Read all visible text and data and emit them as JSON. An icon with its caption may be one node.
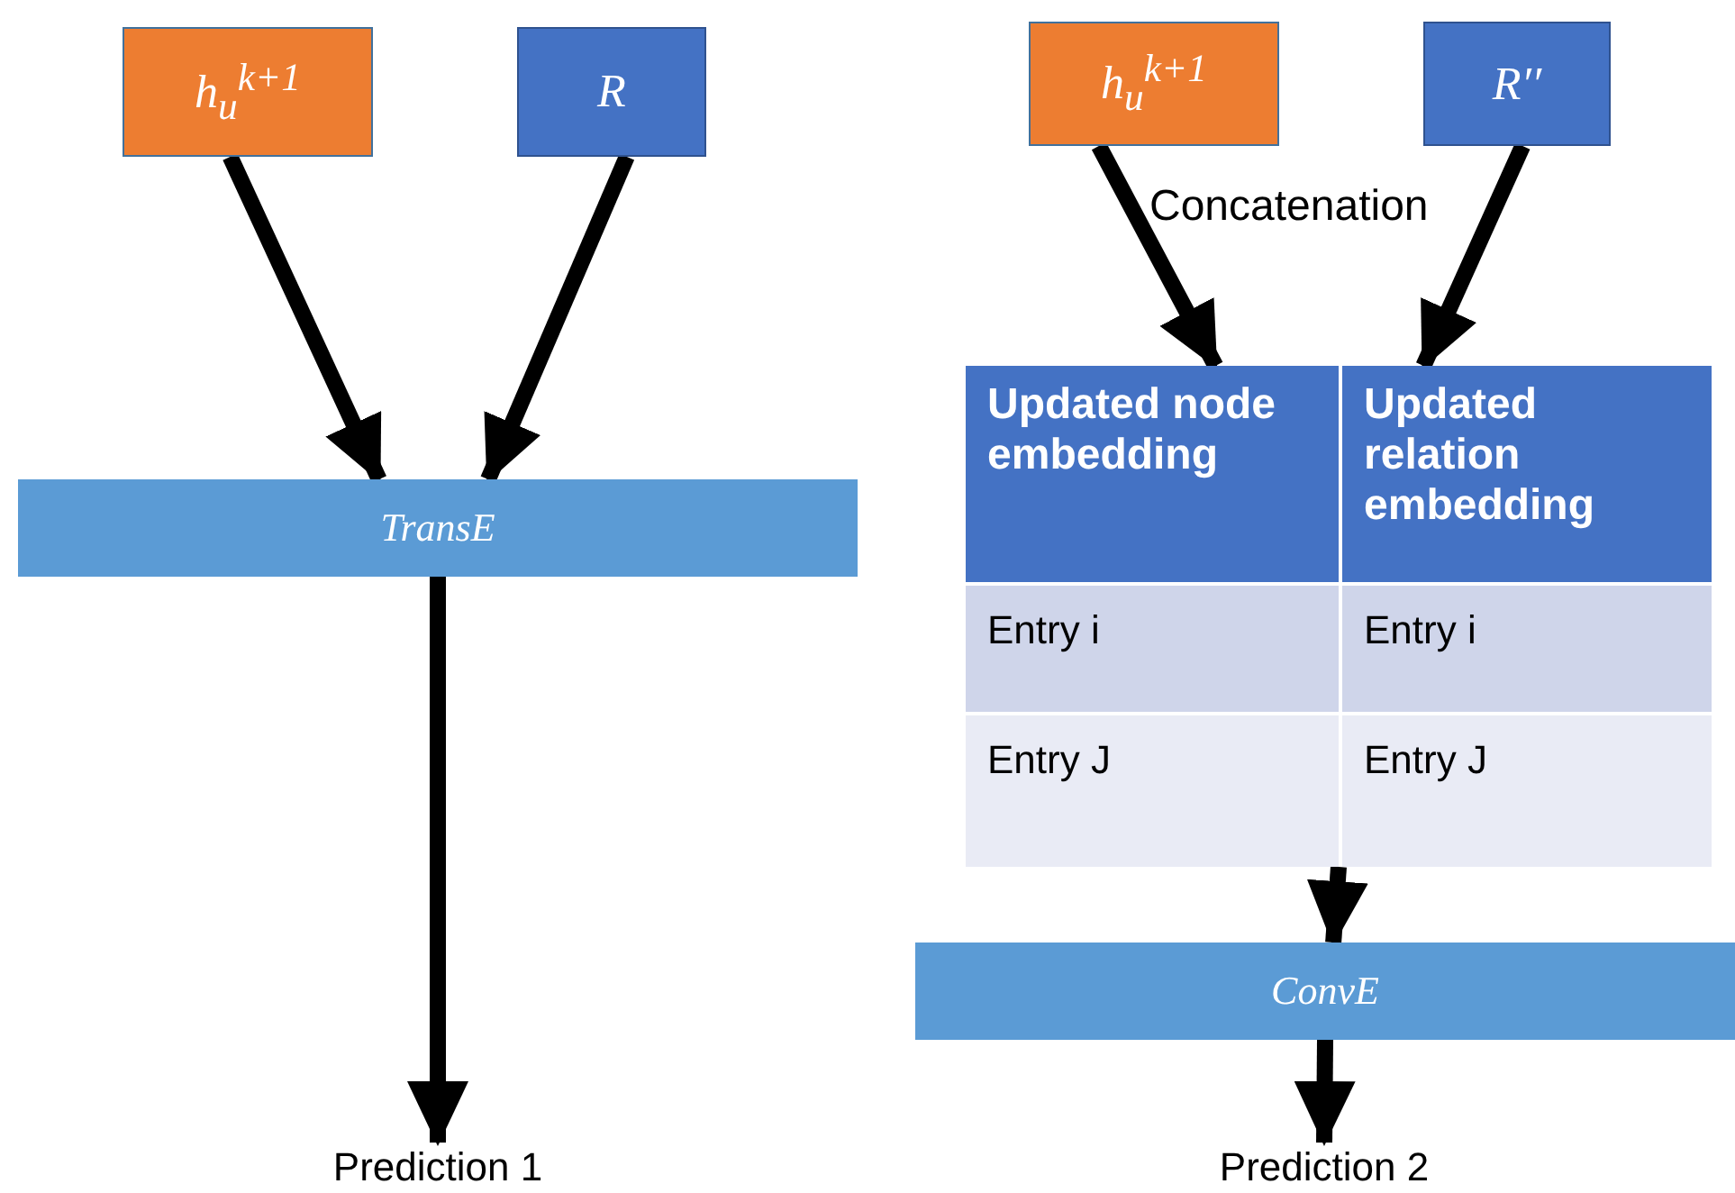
{
  "diagram": {
    "nodes": [
      {
        "text": [
          "*h*$_{u}$$^{k+1}$"
        ]
      },
      {
        "text": [
          "R"
        ]
      },
      {
        "text": [
          "TransE"
        ]
      },
      {
        "text": [
          "Prediction 1"
        ]
      },
      {
        "text": [
          "*h*$_{u}$$^{k+1}$"
        ]
      },
      {
        "text": [
          "R′′"
        ]
      },
      {
        "text": [],
        "shape": "box"
      },
      {
        "text": [
          "Updated node embedding"
        ],
        "in": 6
      },
      {
        "text": [
          "Updated relation embedding"
        ],
        "in": 6
      },
      {
        "text": [
          "ConvE"
        ]
      },
      {
        "text": [
          "Prediction 2"
        ]
      }
    ],
    "edges": [
      {
        "from": 0,
        "to": 2,
        "arrow": "to"
      },
      {
        "from": 1,
        "to": 2,
        "arrow": "to"
      },
      {
        "from": 2,
        "to": 3,
        "arrow": "to"
      },
      {
        "from": 4,
        "to": 7,
        "arrow": "to"
      },
      {
        "from": 5,
        "to": 8,
        "arrow": "to"
      },
      {
        "from": 6,
        "to": 9,
        "arrow": "to"
      },
      {
        "from": 9,
        "to": 10,
        "arrow": "to"
      }
    ],
    "labels": [
      "Concatenation",
      "Entry i",
      "Entry i",
      "Entry J",
      "Entry J"
    ]
  }
}
